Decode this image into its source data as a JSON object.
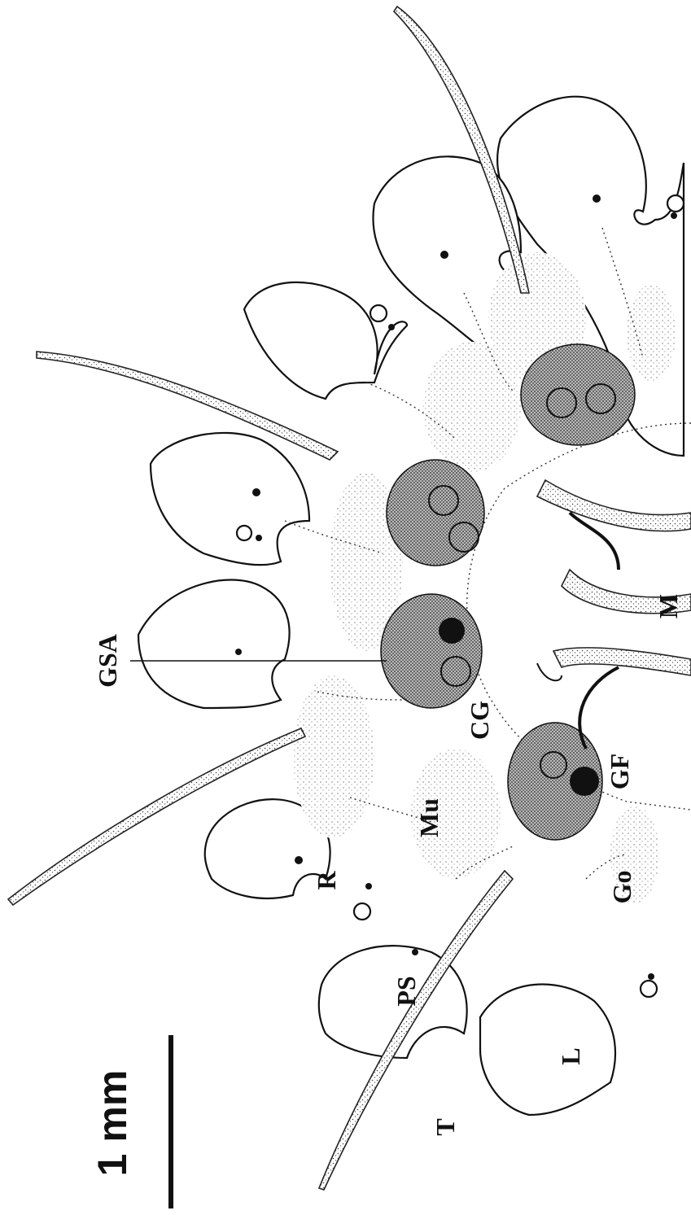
{
  "figure": {
    "scale_bar": {
      "label": "1 mm"
    },
    "labels": {
      "GSA": "GSA",
      "CG": "CG",
      "GF": "GF",
      "M": "M",
      "Mu": "Mu",
      "Go": "Go",
      "R": "R",
      "PS": "PS",
      "T": "T",
      "L": "L"
    }
  }
}
